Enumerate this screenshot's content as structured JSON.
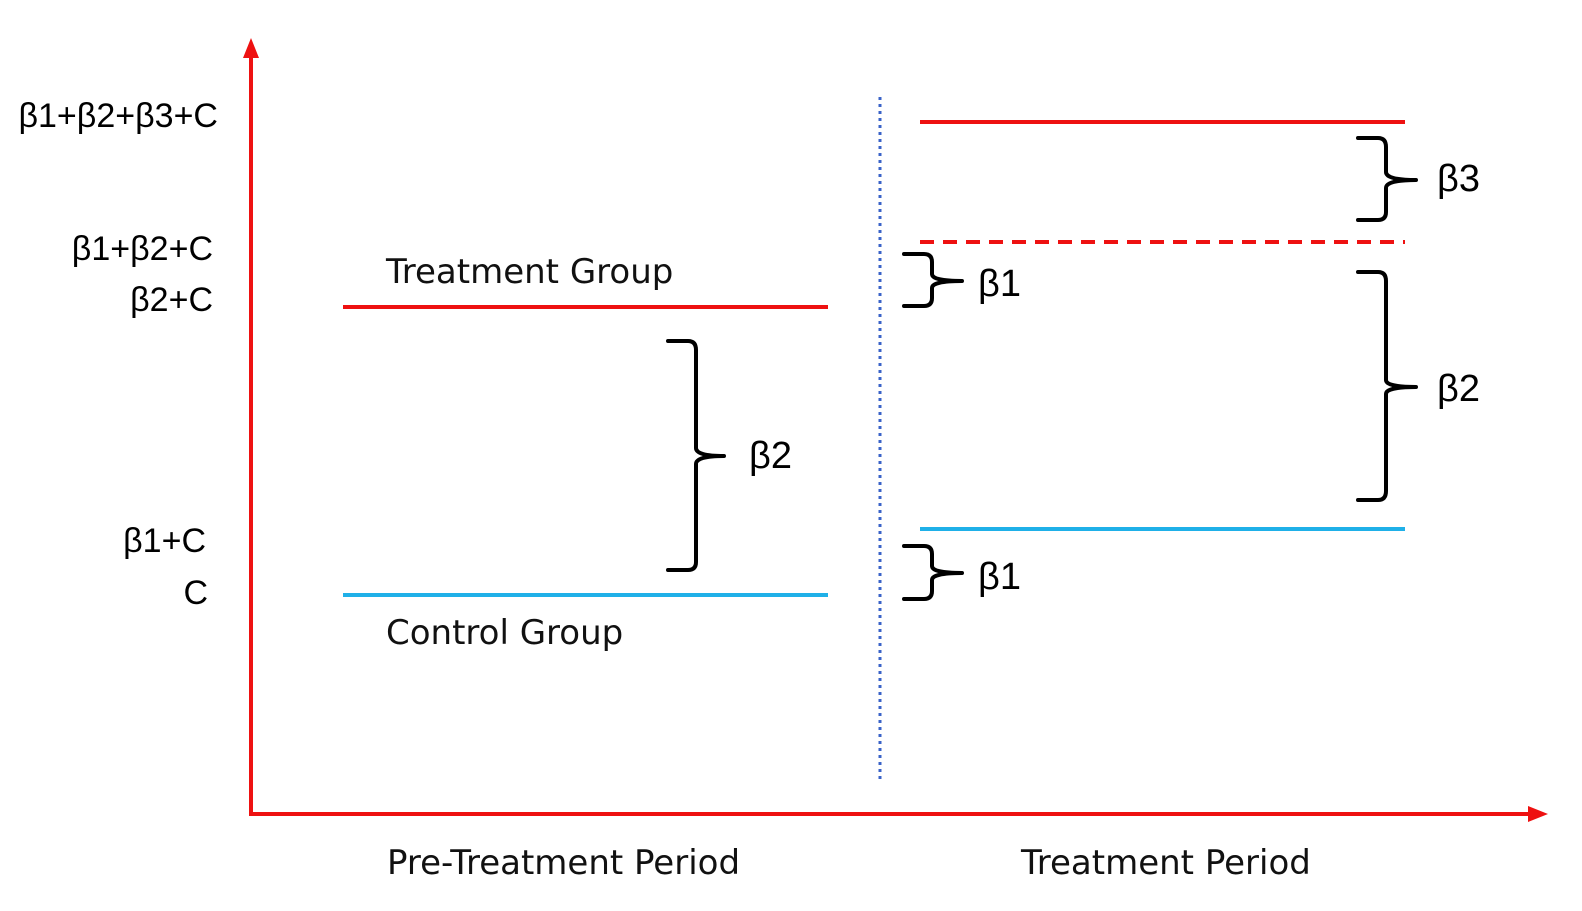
{
  "y_labels": {
    "b1b2b3c": "β1+β2+β3+C",
    "b1b2c": "β1+β2+C",
    "b2c": "β2+C",
    "b1c": "β1+C",
    "c": "C"
  },
  "groups": {
    "treatment": "Treatment Group",
    "control": "Control Group"
  },
  "periods": {
    "pre": "Pre-Treatment Period",
    "post": "Treatment Period"
  },
  "braces": {
    "pre_b2": "β2",
    "post_b3": "β3",
    "post_b1_upper": "β1",
    "post_b2": "β2",
    "post_b1_lower": "β1"
  },
  "colors": {
    "axis": "#ee1111",
    "treatment": "#ee1111",
    "control": "#1fb0e8",
    "divider": "#3a63c8",
    "brace": "#000000"
  }
}
